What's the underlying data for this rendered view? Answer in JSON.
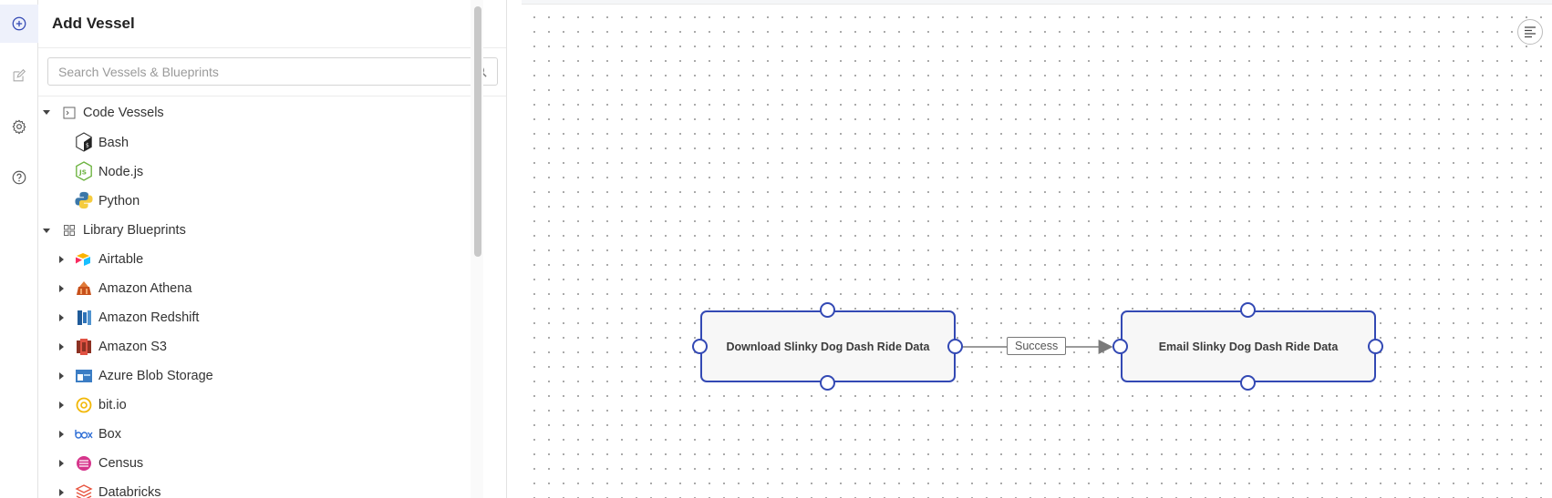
{
  "rail": {
    "items": [
      {
        "name": "add-vessel",
        "icon": "plus-circle-icon",
        "active": true
      },
      {
        "name": "edit",
        "icon": "edit-icon",
        "active": false
      },
      {
        "name": "settings",
        "icon": "gear-icon",
        "active": false
      },
      {
        "name": "help",
        "icon": "help-circle-icon",
        "active": false
      }
    ]
  },
  "panel": {
    "title": "Add Vessel",
    "search": {
      "placeholder": "Search Vessels & Blueprints",
      "value": ""
    },
    "groups": [
      {
        "label": "Code Vessels",
        "expanded": true,
        "icon": "terminal-icon",
        "items": [
          {
            "label": "Bash",
            "icon": "bash-icon"
          },
          {
            "label": "Node.js",
            "icon": "nodejs-icon"
          },
          {
            "label": "Python",
            "icon": "python-icon"
          }
        ]
      },
      {
        "label": "Library Blueprints",
        "expanded": true,
        "icon": "grid-icon",
        "items": [
          {
            "label": "Airtable",
            "icon": "airtable-icon"
          },
          {
            "label": "Amazon Athena",
            "icon": "amazon-athena-icon"
          },
          {
            "label": "Amazon Redshift",
            "icon": "amazon-redshift-icon"
          },
          {
            "label": "Amazon S3",
            "icon": "amazon-s3-icon"
          },
          {
            "label": "Azure Blob Storage",
            "icon": "azure-blob-icon"
          },
          {
            "label": "bit.io",
            "icon": "bitio-icon"
          },
          {
            "label": "Box",
            "icon": "box-icon"
          },
          {
            "label": "Census",
            "icon": "census-icon"
          },
          {
            "label": "Databricks",
            "icon": "databricks-icon"
          }
        ]
      }
    ]
  },
  "canvas": {
    "nodes": [
      {
        "label": "Download Slinky Dog Dash Ride Data"
      },
      {
        "label": "Email Slinky Dog Dash Ride Data"
      }
    ],
    "edges": [
      {
        "from": 0,
        "to": 1,
        "label": "Success"
      }
    ],
    "menu_icon": "outline-menu-icon"
  },
  "colors": {
    "accent": "#3349b4",
    "node_bg": "#f7f7f7",
    "edge": "#7a7a7a"
  }
}
